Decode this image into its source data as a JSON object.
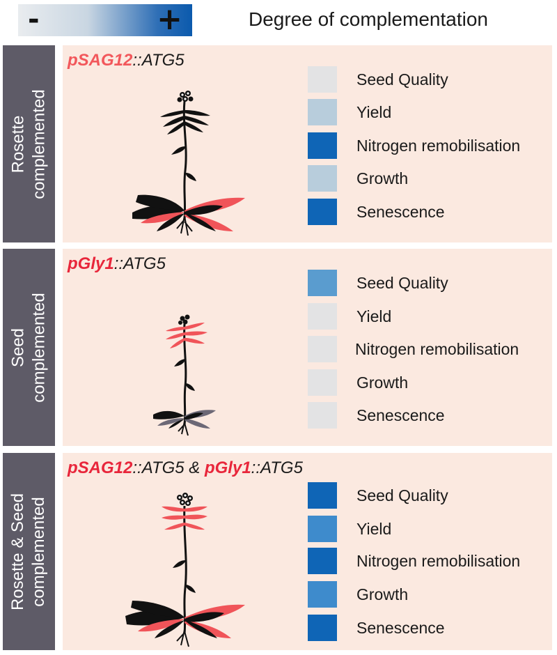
{
  "legend": {
    "minus": "-",
    "plus": "+",
    "title": "Degree of complementation"
  },
  "colors": {
    "none": "#e3e3e4",
    "low": "#b8cddc",
    "medium": "#5a9ccf",
    "medium_strong": "#3e8bcc",
    "high": "#0f65b6",
    "red_leaf": "#f05459",
    "black_leaf": "#111111",
    "grey_leaf": "#6c6876",
    "side_panel": "#5e5b67",
    "panel_bg": "#fbe9e0"
  },
  "sections": [
    {
      "side_label": [
        "Rosette",
        "complemented"
      ],
      "construct": {
        "part1": "pSAG12",
        "sep1": "::",
        "part2": "ATG5"
      },
      "traits": [
        {
          "label": "Seed Quality",
          "level": "none"
        },
        {
          "label": "Yield",
          "level": "low"
        },
        {
          "label": "Nitrogen remobilisation",
          "level": "high"
        },
        {
          "label": "Growth",
          "level": "low"
        },
        {
          "label": "Senescence",
          "level": "high"
        }
      ]
    },
    {
      "side_label": [
        "Seed",
        "complemented"
      ],
      "construct": {
        "part1": "pGly1",
        "sep1": "::",
        "part2": "ATG5"
      },
      "traits": [
        {
          "label": "Seed Quality",
          "level": "medium"
        },
        {
          "label": "Yield",
          "level": "none"
        },
        {
          "label": "Nitrogen remobilisation",
          "level": "none"
        },
        {
          "label": "Growth",
          "level": "none"
        },
        {
          "label": "Senescence",
          "level": "none"
        }
      ]
    },
    {
      "side_label": [
        "Rosette & Seed",
        "complemented"
      ],
      "construct": {
        "part1": "pSAG12",
        "sep1": "::",
        "part2": "ATG5",
        "joiner": " & ",
        "part3": "pGly1",
        "sep2": "::",
        "part4": "ATG5"
      },
      "traits": [
        {
          "label": "Seed Quality",
          "level": "high"
        },
        {
          "label": "Yield",
          "level": "medium_strong"
        },
        {
          "label": "Nitrogen remobilisation",
          "level": "high"
        },
        {
          "label": "Growth",
          "level": "medium_strong"
        },
        {
          "label": "Senescence",
          "level": "high"
        }
      ]
    }
  ]
}
